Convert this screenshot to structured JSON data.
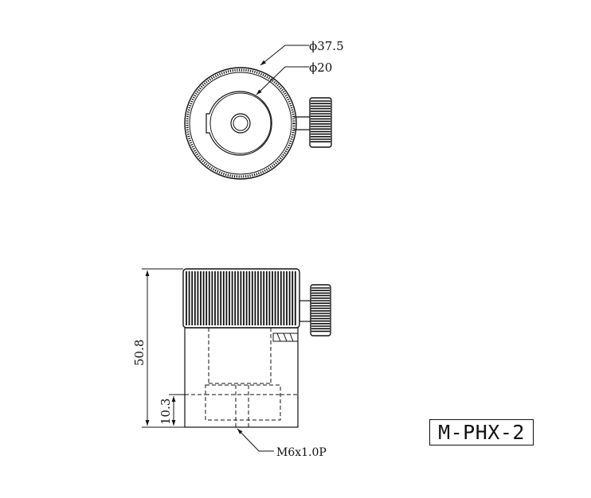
{
  "top_view": {
    "outer_diameter_label": "ϕ37.5",
    "inner_diameter_label": "ϕ20"
  },
  "side_view": {
    "height_label": "50.8",
    "thread_depth_label": "10.3",
    "thread_label": "M6x1.0P"
  },
  "model_label": "M-PHX-2",
  "colors": {
    "ink": "#111111",
    "background": "#ffffff"
  }
}
